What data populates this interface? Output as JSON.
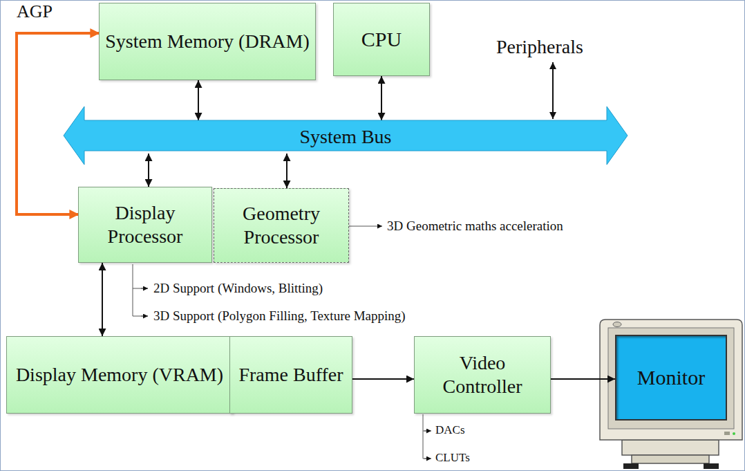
{
  "diagram": {
    "nodes": [
      {
        "text": [
          "System Memory (DRAM)"
        ]
      },
      {
        "text": [
          "CPU"
        ]
      },
      {
        "text": [
          "System Bus"
        ]
      },
      {
        "text": [
          "Display Processor"
        ]
      },
      {
        "text": [
          "Geometry Processor"
        ]
      },
      {
        "text": [
          "Display Memory (VRAM)"
        ]
      },
      {
        "text": [
          "Frame Buffer"
        ]
      },
      {
        "text": [
          "Video Controller"
        ]
      },
      {
        "text": [
          "Monitor"
        ]
      }
    ],
    "edges": [
      {
        "from": 0,
        "to": 2,
        "arrow": "both"
      },
      {
        "from": 1,
        "to": 2,
        "arrow": "both"
      },
      {
        "from": 2,
        "to": 3,
        "arrow": "both"
      },
      {
        "from": 2,
        "to": 4,
        "arrow": "both"
      },
      {
        "from": 3,
        "to": 5,
        "arrow": "both"
      },
      {
        "from": 0,
        "to": 3,
        "label": "AGP",
        "arrow": "both"
      },
      {
        "from": 6,
        "to": 7,
        "arrow": "to"
      },
      {
        "from": 7,
        "to": 8,
        "arrow": "to"
      }
    ],
    "labels": [
      "Peripherals",
      "3D Geometric maths acceleration",
      "2D Support (Windows, Blitting)",
      "3D Support (Polygon Filling, Texture Mapping)",
      "DACs",
      "CLUTs"
    ]
  }
}
